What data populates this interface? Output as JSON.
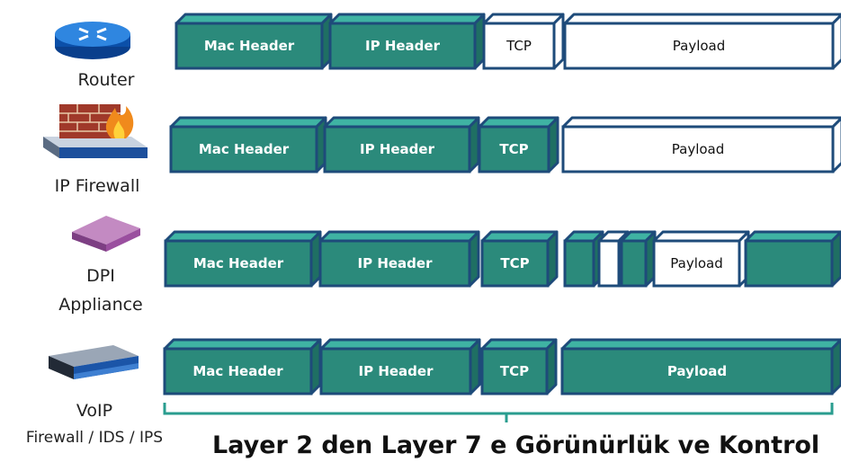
{
  "devices": [
    {
      "id": "router",
      "label_lines": [
        "Router"
      ],
      "icon": "router-icon"
    },
    {
      "id": "ip-firewall",
      "label_lines": [
        "IP Firewall"
      ],
      "icon": "firewall-icon"
    },
    {
      "id": "dpi",
      "label_lines": [
        "DPI",
        "Appliance"
      ],
      "icon": "dpi-appliance-icon"
    },
    {
      "id": "voip",
      "label_lines": [
        "VoIP",
        "Firewall / IDS / IPS"
      ],
      "icon": "voip-appliance-icon"
    }
  ],
  "rows": [
    {
      "device": "router",
      "segments": [
        {
          "label": "Mac Header",
          "filled": true
        },
        {
          "label": "IP Header",
          "filled": true
        },
        {
          "label": "TCP",
          "filled": false
        },
        {
          "label": "Payload",
          "filled": false
        }
      ]
    },
    {
      "device": "ip-firewall",
      "segments": [
        {
          "label": "Mac Header",
          "filled": true
        },
        {
          "label": "IP Header",
          "filled": true
        },
        {
          "label": "TCP",
          "filled": true
        },
        {
          "label": "Payload",
          "filled": false
        }
      ]
    },
    {
      "device": "dpi",
      "segments": [
        {
          "label": "Mac Header",
          "filled": true
        },
        {
          "label": "IP Header",
          "filled": true
        },
        {
          "label": "TCP",
          "filled": true
        },
        {
          "label": "",
          "filled": true
        },
        {
          "label": "",
          "filled": false
        },
        {
          "label": "",
          "filled": true
        },
        {
          "label": "Payload",
          "filled": false
        },
        {
          "label": "",
          "filled": true
        }
      ]
    },
    {
      "device": "voip",
      "segments": [
        {
          "label": "Mac Header",
          "filled": true
        },
        {
          "label": "IP Header",
          "filled": true
        },
        {
          "label": "TCP",
          "filled": true
        },
        {
          "label": "Payload",
          "filled": true
        }
      ]
    }
  ],
  "caption": "Layer 2 den Layer 7 e Görünürlük ve Kontrol",
  "colors": {
    "fill": "#2b8a7b",
    "top": "#3fb3a3",
    "border": "#1e4b7a",
    "text_on_fill": "#ffffff",
    "text_on_white": "#111111",
    "bracket": "#2a9d8f"
  }
}
